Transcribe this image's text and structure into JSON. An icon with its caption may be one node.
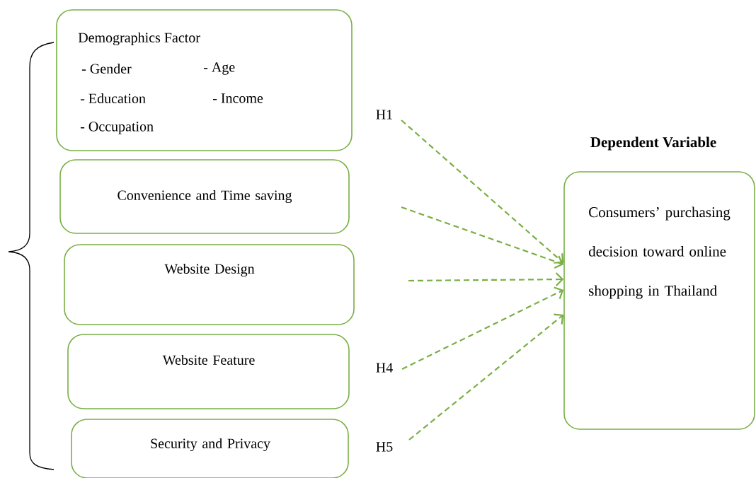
{
  "diagram": {
    "nodes": [
      {
        "text": [
          "Demographics Factor",
          "- Gender",
          "- Age",
          "- Education",
          "- Income",
          "- Occupation"
        ]
      },
      {
        "text": [
          "Convenience and Time saving"
        ]
      },
      {
        "text": [
          "Website Design"
        ]
      },
      {
        "text": [
          "Website Feature"
        ]
      },
      {
        "text": [
          "Security and Privacy"
        ]
      },
      {
        "text": [
          "Dependent Variable",
          "Consumers’ purchasing decision toward online shopping in Thailand"
        ]
      }
    ],
    "edges": [
      {
        "from": null,
        "to": 5,
        "arrow": "to",
        "label": "H1",
        "style": "dashed"
      },
      {
        "from": null,
        "to": 5,
        "arrow": "to",
        "style": "dashed"
      },
      {
        "from": null,
        "to": 5,
        "arrow": "to",
        "style": "dashed"
      },
      {
        "from": null,
        "to": 5,
        "arrow": "to",
        "label": "H4",
        "style": "dashed"
      },
      {
        "from": null,
        "to": 5,
        "arrow": "to",
        "label": "H5",
        "style": "dashed"
      }
    ]
  }
}
